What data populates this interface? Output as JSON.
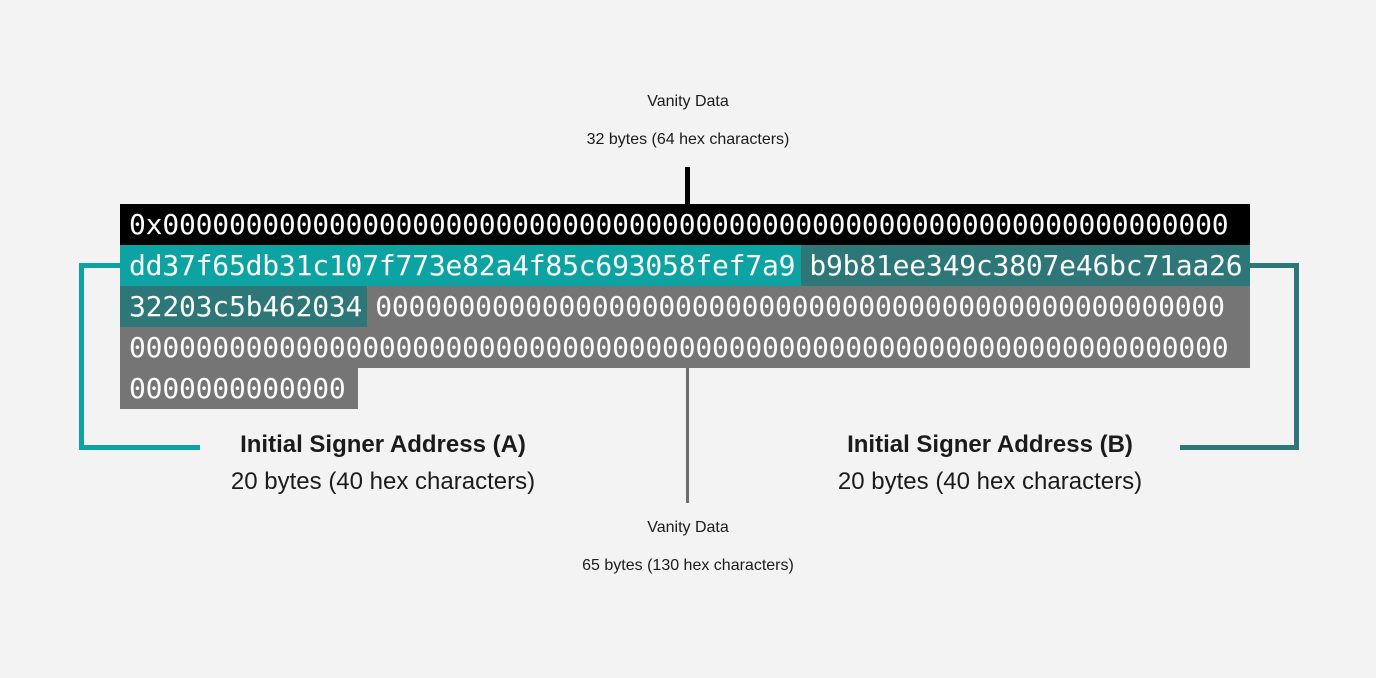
{
  "colors": {
    "bg": "#f3f3f4",
    "bright_teal": "#0ea3a3",
    "dark_teal": "#2e7778",
    "gray_row": "#757575",
    "connector_gray": "#6d6d6d",
    "hex_white": "#fbfbfb",
    "text_dark": "#1b1b1b",
    "black_row": "#000000"
  },
  "top_label": {
    "title": "Vanity Data",
    "subtitle": "32 bytes (64 hex characters)"
  },
  "hex_block": {
    "row1_prefix_zeros": "0x0000000000000000000000000000000000000000000000000000000000000000",
    "row2_addr_a": "dd37f65db31c107f773e82a4f85c693058fef7a9",
    "row2_addr_b_part1": "b9b81ee349c3807e46bc71aa26",
    "row3_addr_b_part2": "32203c5b462034",
    "row3_zeros": "000000000000000000000000000000000000000000000000000",
    "row4_zeros": "000000000000000000000000000000000000000000000000000000000000000000",
    "row5_zeros": "0000000000000"
  },
  "label_a": {
    "title": "Initial Signer Address (A)",
    "subtitle": "20 bytes (40 hex characters)"
  },
  "label_b": {
    "title": "Initial Signer Address (B)",
    "subtitle": "20 bytes (40 hex characters)"
  },
  "bottom_label": {
    "title": "Vanity Data",
    "subtitle": "65 bytes (130 hex characters)"
  }
}
